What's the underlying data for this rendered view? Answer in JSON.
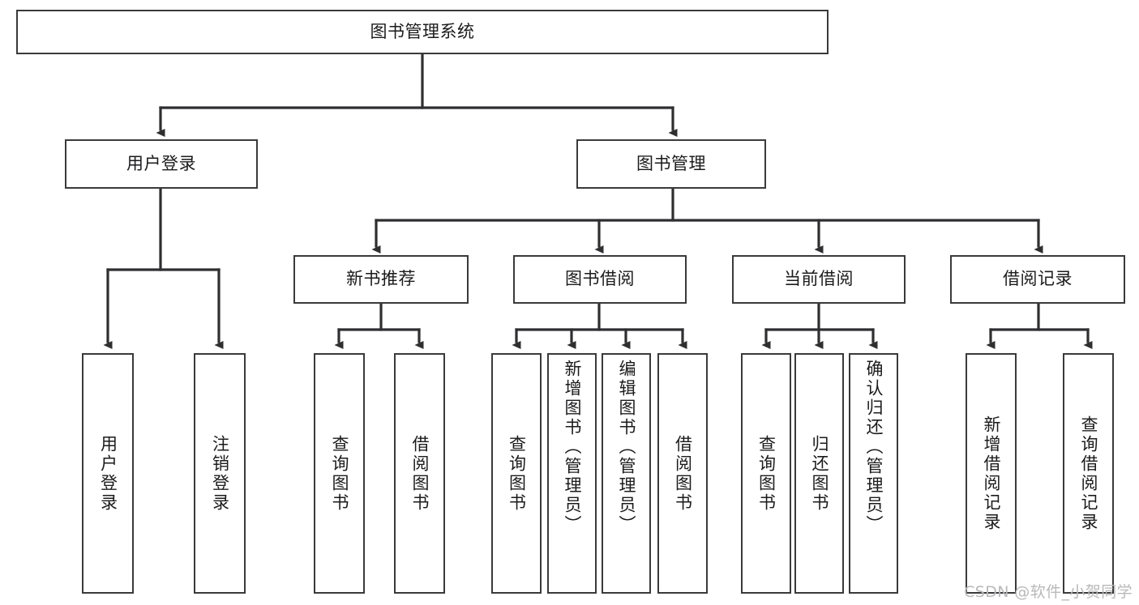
{
  "diagram": {
    "title": "图书管理系统",
    "type": "tree-hierarchy-diagram",
    "watermark": "CSDN @软件_小贺同学"
  },
  "nodes": {
    "root": {
      "label": "图书管理系统"
    },
    "level2": [
      {
        "id": "user-login",
        "label": "用户登录"
      },
      {
        "id": "book-manage",
        "label": "图书管理"
      }
    ],
    "level3": [
      {
        "id": "new-book-recommend",
        "label": "新书推荐"
      },
      {
        "id": "book-borrow",
        "label": "图书借阅"
      },
      {
        "id": "current-borrow",
        "label": "当前借阅"
      },
      {
        "id": "borrow-record",
        "label": "借阅记录"
      }
    ],
    "leaves": [
      {
        "id": "leaf-user-login",
        "label": "用户登录",
        "parent": "user-login"
      },
      {
        "id": "leaf-logout-login",
        "label": "注销登录",
        "parent": "user-login"
      },
      {
        "id": "leaf-query-book-1",
        "label": "查询图书",
        "parent": "new-book-recommend"
      },
      {
        "id": "leaf-borrow-book-1",
        "label": "借阅图书",
        "parent": "new-book-recommend"
      },
      {
        "id": "leaf-query-book-2",
        "label": "查询图书",
        "parent": "book-borrow"
      },
      {
        "id": "leaf-add-book",
        "label": "新增图书（管理员）",
        "parent": "book-borrow"
      },
      {
        "id": "leaf-edit-book",
        "label": "编辑图书（管理员）",
        "parent": "book-borrow"
      },
      {
        "id": "leaf-borrow-book-2",
        "label": "借阅图书",
        "parent": "book-borrow"
      },
      {
        "id": "leaf-query-book-3",
        "label": "查询图书",
        "parent": "current-borrow"
      },
      {
        "id": "leaf-return-book",
        "label": "归还图书",
        "parent": "current-borrow"
      },
      {
        "id": "leaf-confirm-return",
        "label": "确认归还（管理员）",
        "parent": "current-borrow"
      },
      {
        "id": "leaf-add-record",
        "label": "新增借阅记录",
        "parent": "borrow-record"
      },
      {
        "id": "leaf-query-record",
        "label": "查询借阅记录",
        "parent": "borrow-record"
      }
    ]
  },
  "colors": {
    "stroke": "#3a3a3c",
    "text": "#1b1b1d",
    "background": "#ffffff",
    "watermark": "#b9b9bb"
  }
}
